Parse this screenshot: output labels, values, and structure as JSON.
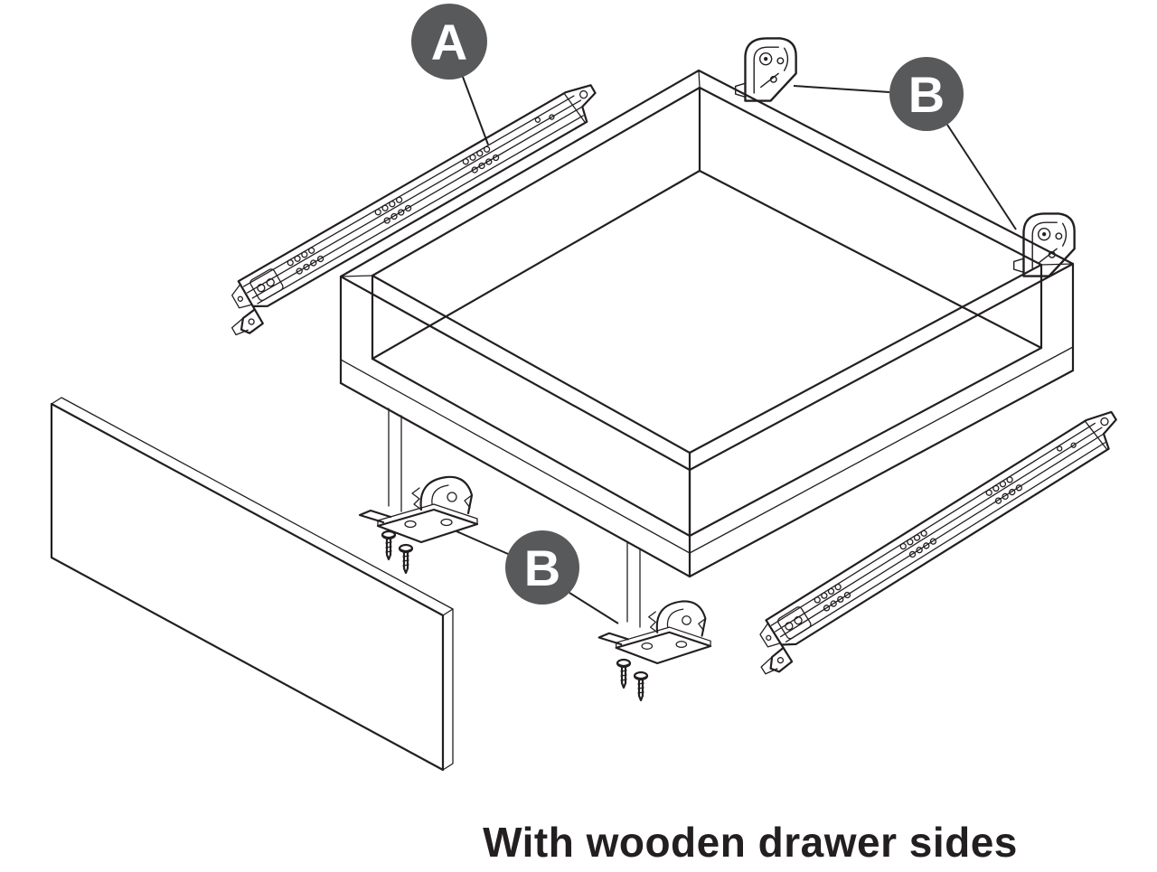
{
  "diagram": {
    "caption": "With wooden drawer sides",
    "labels": {
      "slide": "A",
      "locking_device_top": "B",
      "locking_device_bottom": "B"
    },
    "colors": {
      "background": "#ffffff",
      "line": "#231f20",
      "badge_background": "#58595b",
      "badge_text": "#ffffff"
    }
  }
}
